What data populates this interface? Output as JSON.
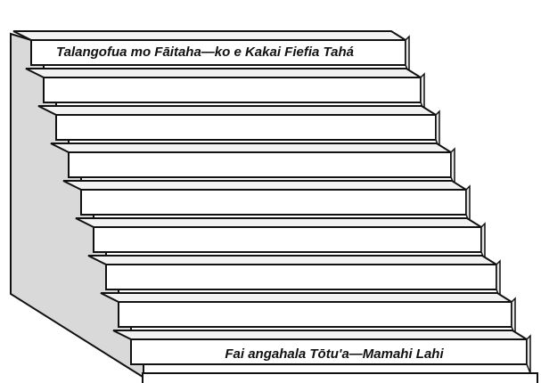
{
  "diagram": {
    "top_step_label": "Talangofua mo Fāitaha—ko e Kakai Fiefia Tahá",
    "bottom_step_label": "Fai angahala Tōtu'a—Mamahi Lahi",
    "step_count": 9
  },
  "colors": {
    "outline": "#111111",
    "side_shade": "#d9d9d9",
    "step_face": "#ffffff",
    "tread": "#f2f2f2"
  }
}
